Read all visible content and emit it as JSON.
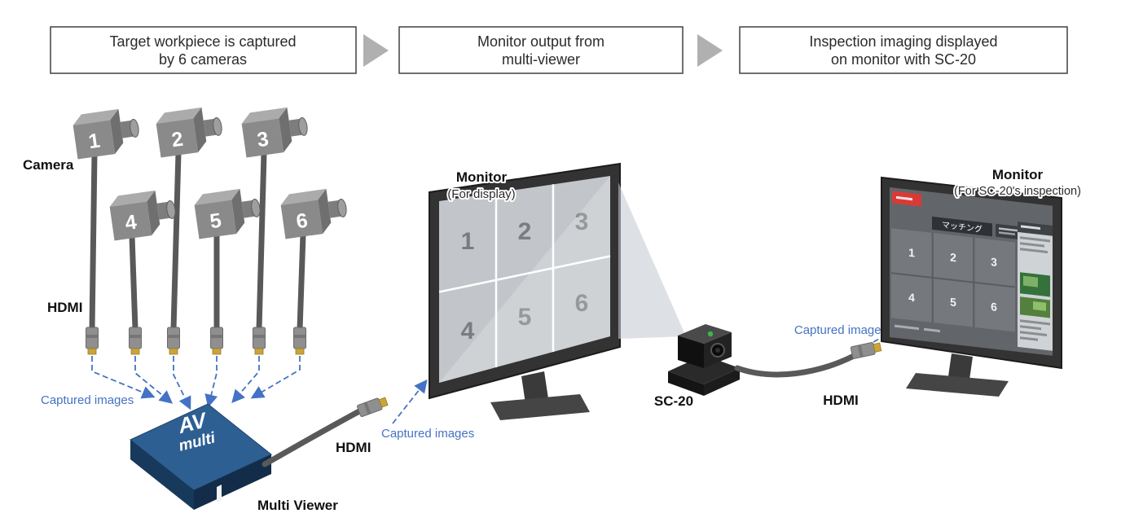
{
  "steps": {
    "step1": {
      "line1": "Target workpiece is captured",
      "line2": "by 6 cameras"
    },
    "step2": {
      "line1": "Monitor output from",
      "line2": "multi-viewer"
    },
    "step3": {
      "line1": "Inspection imaging displayed",
      "line2": "on monitor with SC-20"
    }
  },
  "left": {
    "camera_label": "Camera",
    "hdmi_label": "HDMI",
    "captured_images": "Captured images",
    "camera_numbers": [
      "1",
      "2",
      "3",
      "4",
      "5",
      "6"
    ]
  },
  "multiviewer": {
    "device_text_line1": "AV",
    "device_text_line2": "multi",
    "label": "Multi Viewer",
    "hdmi_label": "HDMI",
    "captured_images": "Captured images"
  },
  "display_monitor": {
    "title": "Monitor",
    "subtitle": "(For display)",
    "grid_numbers": [
      "1",
      "2",
      "3",
      "4",
      "5",
      "6"
    ]
  },
  "sc20": {
    "label": "SC-20",
    "hdmi_label": "HDMI",
    "captured_images": "Captured images"
  },
  "inspection_monitor": {
    "title": "Monitor",
    "subtitle": "(For SC-20's inspection)",
    "app_title": "マッチング",
    "grid_numbers": [
      "1",
      "2",
      "3",
      "4",
      "5",
      "6"
    ]
  },
  "colors": {
    "accent_blue": "#4472c4",
    "multiviewer_blue": "#2e5f93",
    "hdmi_gold": "#c9a43a",
    "cable_gray": "#595959",
    "flow_arrow_gray": "#b0b0b0"
  }
}
